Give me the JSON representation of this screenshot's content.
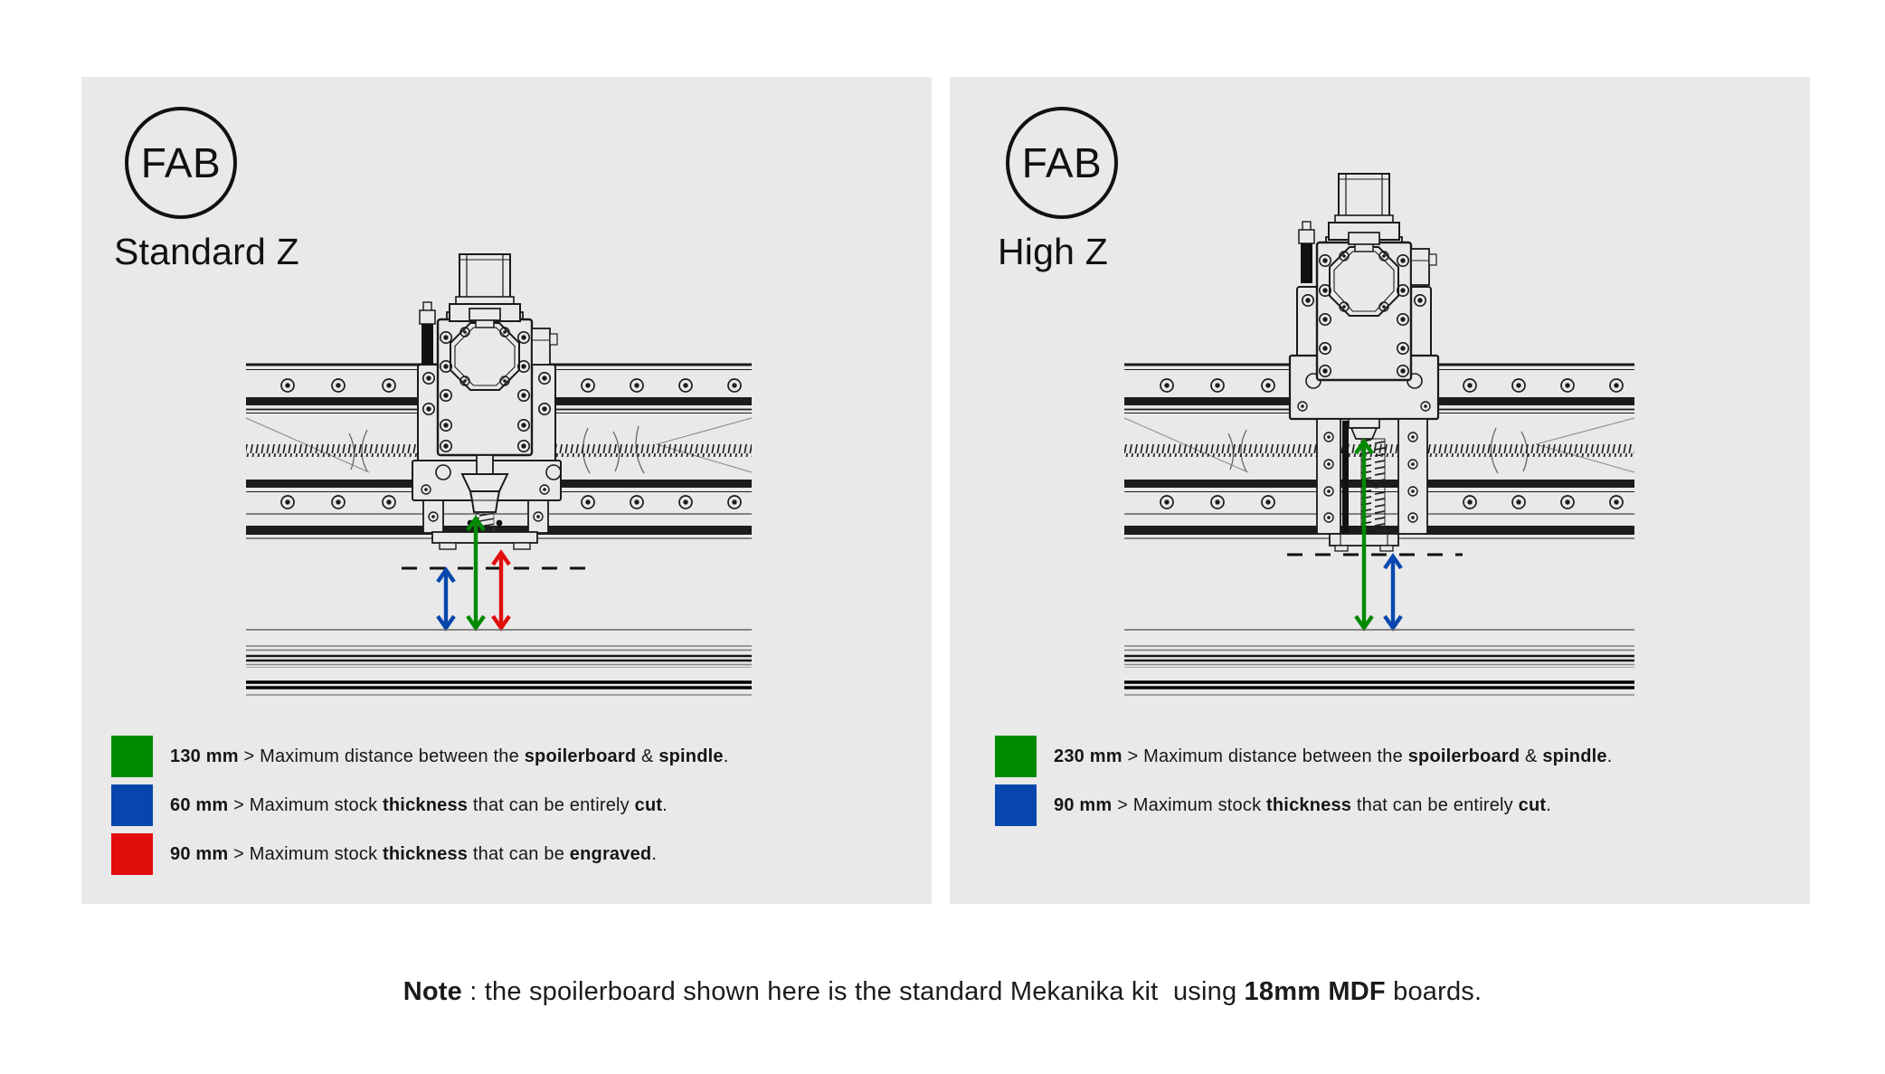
{
  "colors": {
    "green": "#008a00",
    "blue": "#0747ad",
    "red": "#e20d0d",
    "panel_bg": "#e9e9e9",
    "ink": "#111111"
  },
  "panels": [
    {
      "logo_text": "FAB",
      "title": "Standard Z",
      "variant": "standard",
      "legend": [
        {
          "color_name": "green",
          "segments": [
            {
              "t": "130 mm",
              "b": true
            },
            {
              "t": " > Maximum distance between the ",
              "b": false
            },
            {
              "t": "spoilerboard",
              "b": true
            },
            {
              "t": " & ",
              "b": false
            },
            {
              "t": "spindle",
              "b": true
            },
            {
              "t": ".",
              "b": false
            }
          ]
        },
        {
          "color_name": "blue",
          "segments": [
            {
              "t": "60 mm",
              "b": true
            },
            {
              "t": " > Maximum stock ",
              "b": false
            },
            {
              "t": "thickness",
              "b": true
            },
            {
              "t": " that can be entirely ",
              "b": false
            },
            {
              "t": "cut",
              "b": true
            },
            {
              "t": ".",
              "b": false
            }
          ]
        },
        {
          "color_name": "red",
          "segments": [
            {
              "t": "90 mm",
              "b": true
            },
            {
              "t": " > Maximum stock ",
              "b": false
            },
            {
              "t": "thickness",
              "b": true
            },
            {
              "t": " that can be ",
              "b": false
            },
            {
              "t": "engraved",
              "b": true
            },
            {
              "t": ".",
              "b": false
            }
          ]
        }
      ],
      "arrows": [
        {
          "color_name": "green",
          "meaning": "130 mm"
        },
        {
          "color_name": "blue",
          "meaning": "60 mm"
        },
        {
          "color_name": "red",
          "meaning": "90 mm"
        }
      ]
    },
    {
      "logo_text": "FAB",
      "title": "High Z",
      "variant": "high",
      "legend": [
        {
          "color_name": "green",
          "segments": [
            {
              "t": "230 mm",
              "b": true
            },
            {
              "t": " > Maximum distance between the ",
              "b": false
            },
            {
              "t": "spoilerboard",
              "b": true
            },
            {
              "t": " & ",
              "b": false
            },
            {
              "t": "spindle",
              "b": true
            },
            {
              "t": ".",
              "b": false
            }
          ]
        },
        {
          "color_name": "blue",
          "segments": [
            {
              "t": "90 mm",
              "b": true
            },
            {
              "t": " > Maximum stock ",
              "b": false
            },
            {
              "t": "thickness",
              "b": true
            },
            {
              "t": " that can be entirely ",
              "b": false
            },
            {
              "t": "cut",
              "b": true
            },
            {
              "t": ".",
              "b": false
            }
          ]
        }
      ],
      "arrows": [
        {
          "color_name": "green",
          "meaning": "230 mm"
        },
        {
          "color_name": "blue",
          "meaning": "90 mm"
        }
      ]
    }
  ],
  "note": {
    "segments": [
      {
        "t": "Note",
        "b": true
      },
      {
        "t": " : the spoilerboard shown here is the standard Mekanika kit  using ",
        "b": false
      },
      {
        "t": "18mm MDF",
        "b": true
      },
      {
        "t": " boards.",
        "b": false
      }
    ]
  }
}
